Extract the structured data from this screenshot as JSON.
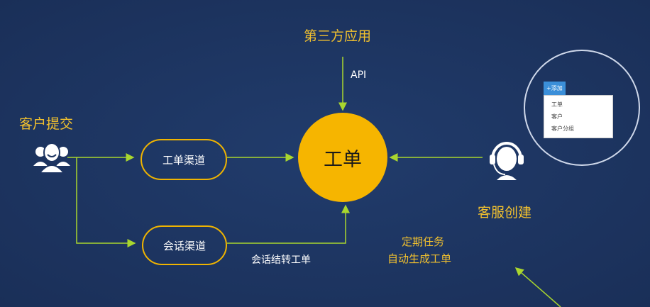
{
  "title_top": "第三方应用",
  "api_label": "API",
  "customer_label": "客户提交",
  "channel1": "工单渠道",
  "channel2": "会话渠道",
  "hub": "工单",
  "convert_label": "会话结转工单",
  "agent_label": "客服创建",
  "scheduled": [
    "定期任务",
    "自动生成工单"
  ],
  "popup": {
    "add": "+添加",
    "items": [
      "工单",
      "客户",
      "客户分组"
    ]
  },
  "colors": {
    "line": "#a9d62e",
    "gold": "#f2c12e",
    "hub": "#f6b500"
  }
}
